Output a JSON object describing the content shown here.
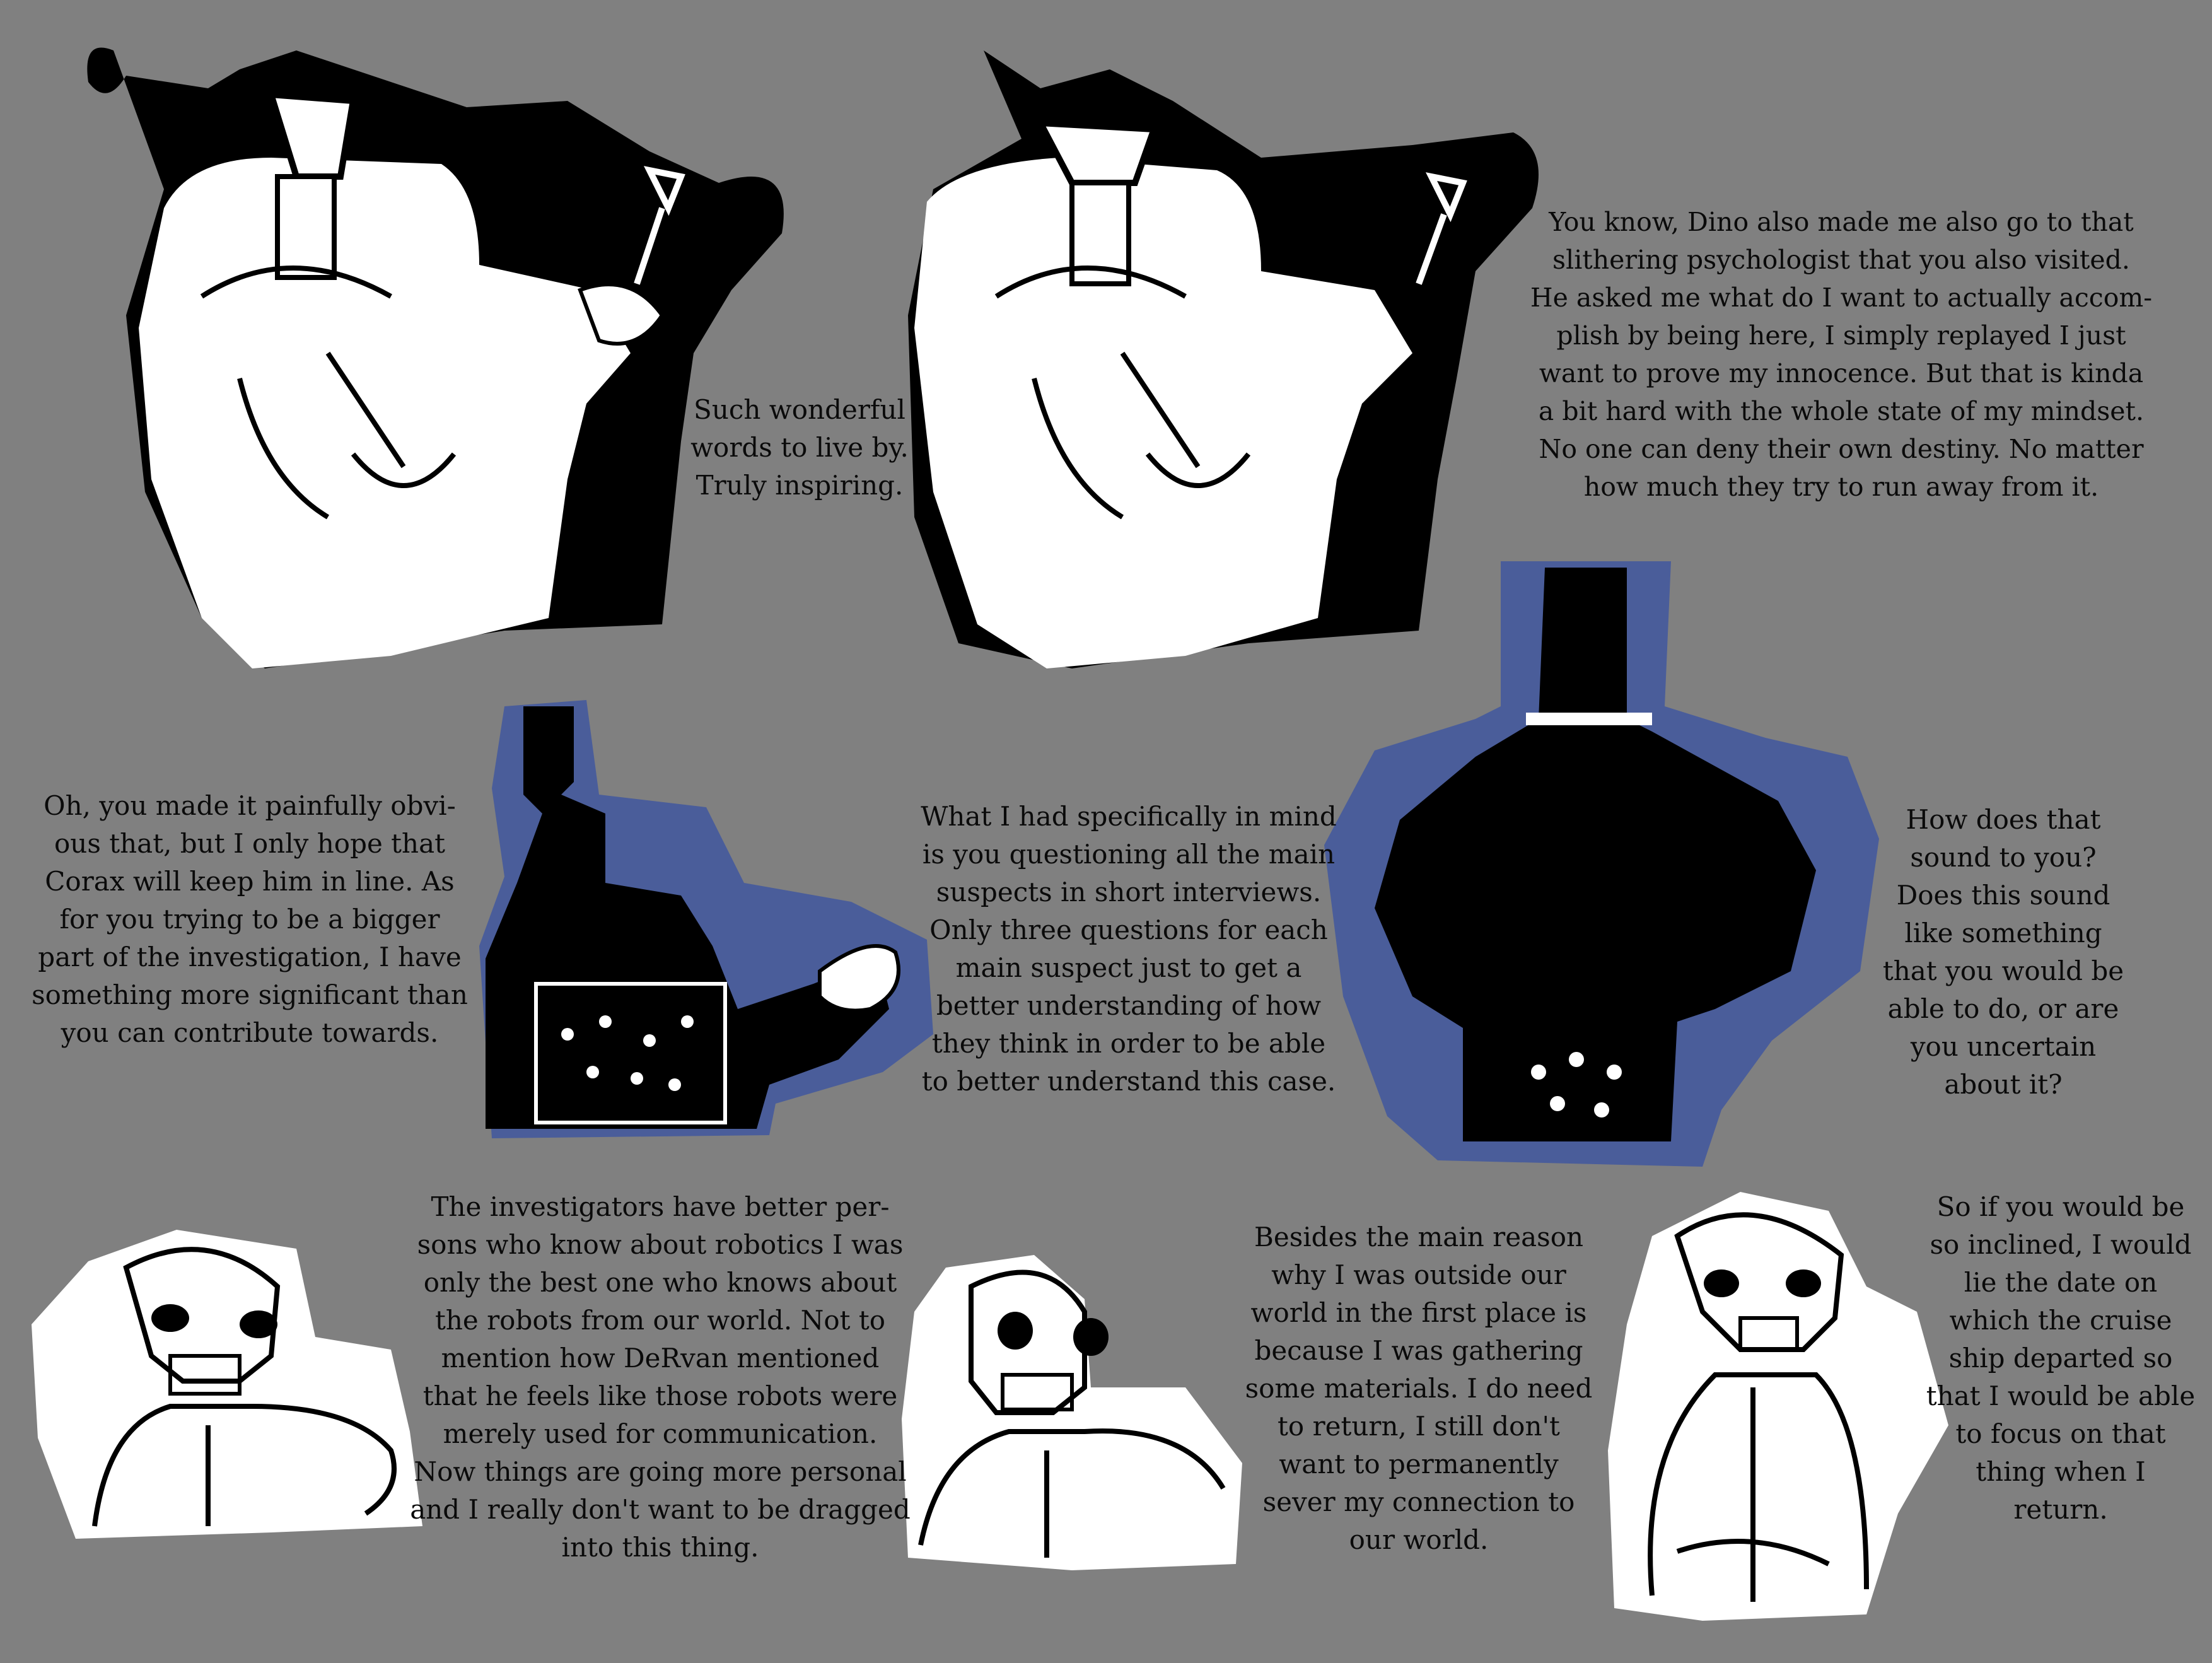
{
  "colors": {
    "background": "#808080",
    "glow": "#4a5d9a",
    "ink": "#000000",
    "paper": "#ffffff"
  },
  "captions": [
    {
      "lines": [
        "Such wonderful",
        "words to live by.",
        "Truly inspiring."
      ]
    },
    {
      "lines": [
        "You know, Dino also made me also go to that",
        "slithering psychologist that you also visited.",
        "He asked me what do I want to actually accom-",
        "plish by being here, I simply replayed I just",
        "want to prove my innocence. But that is kinda",
        "a bit hard with the whole state of my mindset.",
        "No one can deny their own destiny. No matter",
        "how much they try to run away from it."
      ]
    },
    {
      "lines": [
        "Oh, you made it painfully obvi-",
        "ous that, but I only hope that",
        "Corax will keep him in line. As",
        "for you trying to be a bigger",
        "part of the investigation, I have",
        "something more significant than",
        "you can contribute towards."
      ]
    },
    {
      "lines": [
        "What I had specifically in mind",
        "is you questioning all the main",
        "suspects in short interviews.",
        "Only three questions for each",
        "main suspect just to get a",
        "better understanding of how",
        "they think in order to be able",
        "to better understand this case."
      ]
    },
    {
      "lines": [
        "How does that",
        "sound to you?",
        "Does this sound",
        "like something",
        "that you would be",
        "able to do, or are",
        "you uncertain",
        "about it?"
      ]
    },
    {
      "lines": [
        "The investigators have better per-",
        "sons who know about robotics I was",
        "only the best one who knows about",
        "the robots from our world. Not to",
        "mention how DeRvan mentioned",
        "that he feels like those robots were",
        "merely used for communication.",
        "Now things are going more personal",
        "and I really don't want to be dragged",
        "into this thing."
      ]
    },
    {
      "lines": [
        "Besides the main reason",
        "why I was outside our",
        "world in the first place is",
        "because I was gathering",
        "some materials. I do need",
        "to return, I still don't",
        "want to permanently",
        "sever my connection to",
        "our world."
      ]
    },
    {
      "lines": [
        "So if you would be",
        "so inclined, I would",
        "lie the date on",
        "which the cruise",
        "ship departed so",
        "that I would be able",
        "to focus on that",
        "thing when I",
        "return."
      ]
    }
  ]
}
